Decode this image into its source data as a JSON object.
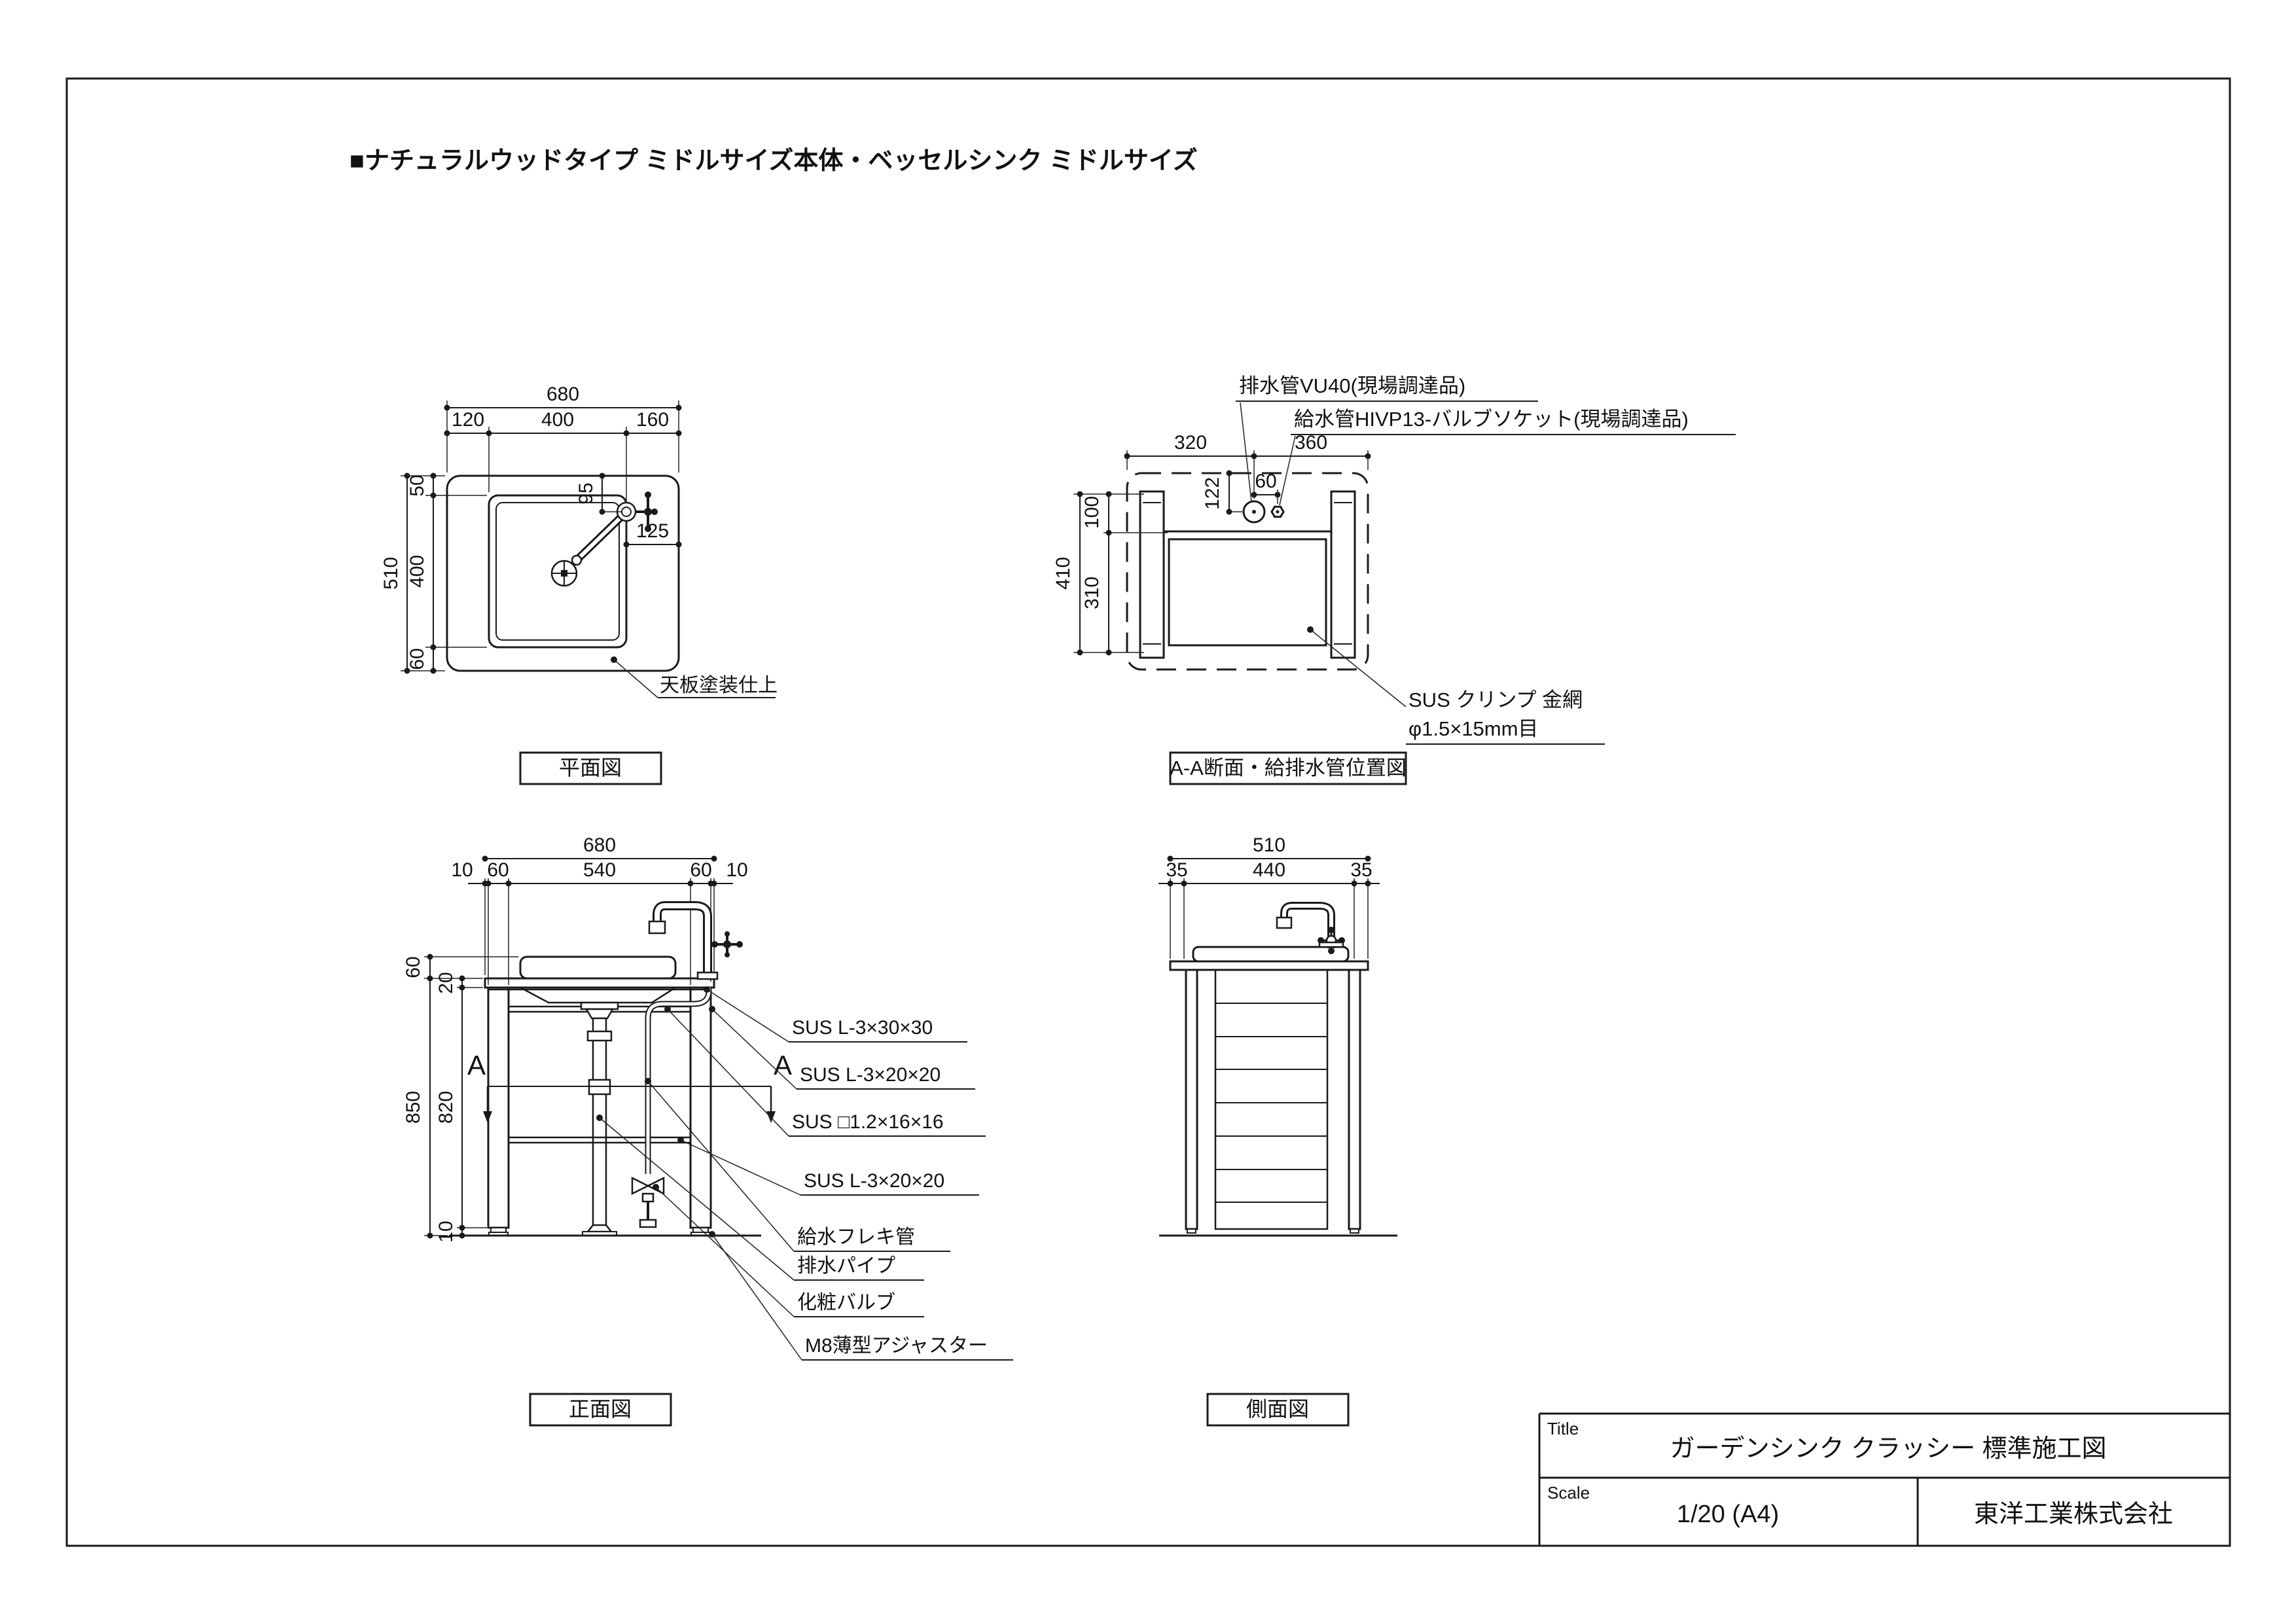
{
  "heading": "■ナチュラルウッドタイプ ミドルサイズ本体・ベッセルシンク ミドルサイズ",
  "plan": {
    "label": "平面図",
    "dim_680": "680",
    "dim_120": "120",
    "dim_400w": "400",
    "dim_160": "160",
    "dim_510": "510",
    "dim_50": "50",
    "dim_400h": "400",
    "dim_60": "60",
    "dim_95": "95",
    "dim_125": "125",
    "note_top_finish": "天板塗装仕上"
  },
  "section": {
    "label": "A-A断面・給排水管位置図",
    "dim_320": "320",
    "dim_360": "360",
    "dim_60": "60",
    "dim_122": "122",
    "dim_410": "410",
    "dim_100": "100",
    "dim_310": "310",
    "note_drain": "排水管VU40(現場調達品)",
    "note_supply": "給水管HIVP13-バルブソケット(現場調達品)",
    "note_mesh1": "SUS クリンプ 金網",
    "note_mesh2": "φ1.5×15mm目"
  },
  "front": {
    "label": "正面図",
    "marker_a": "A",
    "dim_680": "680",
    "dim_10l": "10",
    "dim_60l": "60",
    "dim_540": "540",
    "dim_60r": "60",
    "dim_10r": "10",
    "dim_60h": "60",
    "dim_20": "20",
    "dim_850": "850",
    "dim_820": "820",
    "dim_10b": "10",
    "note_frame_top": "SUS L-3×30×30",
    "note_rail_upper": "SUS L-3×20×20",
    "note_square_pipe": "SUS □1.2×16×16",
    "note_rail_lower": "SUS L-3×20×20",
    "note_flex": "給水フレキ管",
    "note_drain_pipe": "排水パイプ",
    "note_valve": "化粧バルブ",
    "note_adjuster": "M8薄型アジャスター"
  },
  "side": {
    "label": "側面図",
    "dim_510": "510",
    "dim_35l": "35",
    "dim_440": "440",
    "dim_35r": "35"
  },
  "title_block": {
    "title_label": "Title",
    "title": "ガーデンシンク クラッシー 標準施工図",
    "scale_label": "Scale",
    "scale": "1/20 (A4)",
    "company": "東洋工業株式会社"
  },
  "colors": {
    "line": "#1a1a1a",
    "bg": "#ffffff"
  }
}
